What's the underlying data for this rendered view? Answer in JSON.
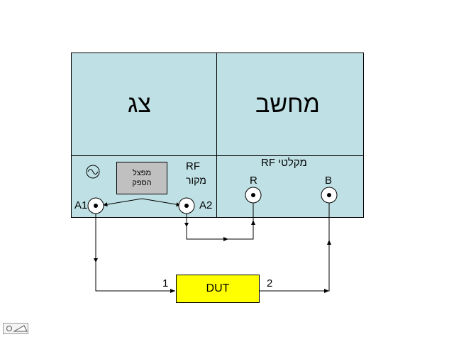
{
  "display_label": "צג",
  "computer_label": "מחשב",
  "splitter_label_line1": "מפצל",
  "splitter_label_line2": "הספק",
  "source_label_line1": "RF",
  "source_label_line2": "מקור",
  "receivers_label": "RF  מקלטי",
  "port_a1": "A1",
  "port_a2": "A2",
  "port_r": "R",
  "port_b": "B",
  "dut_label": "DUT",
  "dut_port_1": "1",
  "dut_port_2": "2",
  "colors": {
    "panel": "#bfe0e4",
    "splitter": "#c0c0c0",
    "dut": "#ffff00"
  },
  "icons": [
    "sine-wave-icon",
    "coax-port-icon",
    "arrow-head-icon",
    "presentation-nav-icon"
  ]
}
